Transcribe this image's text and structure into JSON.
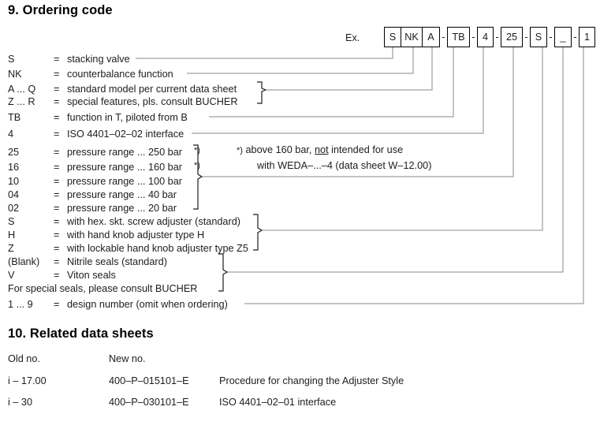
{
  "sections": {
    "ordering": {
      "heading": "9.  Ordering code"
    },
    "related": {
      "heading": "10. Related data sheets"
    }
  },
  "example": {
    "label": "Ex.",
    "boxes": [
      {
        "name": "series",
        "value": "S"
      },
      {
        "name": "function",
        "value": "NK"
      },
      {
        "name": "model",
        "value": "A"
      },
      {
        "name": "port-function",
        "value": "TB"
      },
      {
        "name": "interface",
        "value": "4"
      },
      {
        "name": "pressure-range",
        "value": "25"
      },
      {
        "name": "adjuster",
        "value": "S"
      },
      {
        "name": "seals",
        "value": "_"
      },
      {
        "name": "design-number",
        "value": "1"
      }
    ],
    "separator": "-"
  },
  "legend": {
    "equals": "=",
    "rows": [
      {
        "code": "S",
        "desc": "stacking valve"
      },
      {
        "code": "NK",
        "desc": "counterbalance function"
      },
      {
        "code": "A ... Q",
        "desc": "standard  model per current data sheet"
      },
      {
        "code": "Z ... R",
        "desc": "special features, pls. consult BUCHER"
      },
      {
        "code": "TB",
        "desc": "function in T, piloted from B"
      },
      {
        "code": "4",
        "desc": "ISO 4401–02–02 interface"
      },
      {
        "code": "25",
        "desc": "pressure range  ... 250 bar",
        "note": "*)"
      },
      {
        "code": "16",
        "desc": "pressure range  ... 160 bar",
        "note": "*)"
      },
      {
        "code": "10",
        "desc": "pressure range  ... 100 bar"
      },
      {
        "code": "04",
        "desc": "pressure range  ...   40 bar"
      },
      {
        "code": "02",
        "desc": "pressure range  ...   20 bar"
      },
      {
        "code": "S",
        "desc": "with hex. skt. screw adjuster (standard)"
      },
      {
        "code": "H",
        "desc": "with hand knob adjuster type H"
      },
      {
        "code": "Z",
        "desc": "with lockable hand knob adjuster type Z5"
      },
      {
        "code": "(Blank)",
        "desc": "Nitrile seals (standard)"
      },
      {
        "code": "V",
        "desc": "Viton seals"
      },
      {
        "code": "1 ... 9",
        "desc": "design number (omit when ordering)"
      }
    ],
    "special_seals_note": "For special seals, please consult BUCHER"
  },
  "footnote": {
    "marker": "*)",
    "line1_before": "above 160 bar,",
    "line1_emphasis": "not",
    "line1_after": "intended for use",
    "line2": "with WEDA–...–4 (data sheet W–12.00)"
  },
  "related_table": {
    "headers": {
      "old": "Old no.",
      "new": "New no.",
      "desc": ""
    },
    "rows": [
      {
        "old": "i – 17.00",
        "new": "400–P–015101–E",
        "desc": "Procedure for changing the Adjuster Style"
      },
      {
        "old": "i – 30",
        "new": "400–P–030101–E",
        "desc": "ISO 4401–02–01 interface"
      }
    ]
  },
  "colors": {
    "ink": "#1d1d1d",
    "rule": "#8a8a8a",
    "box_border": "#000000",
    "background": "#ffffff"
  }
}
